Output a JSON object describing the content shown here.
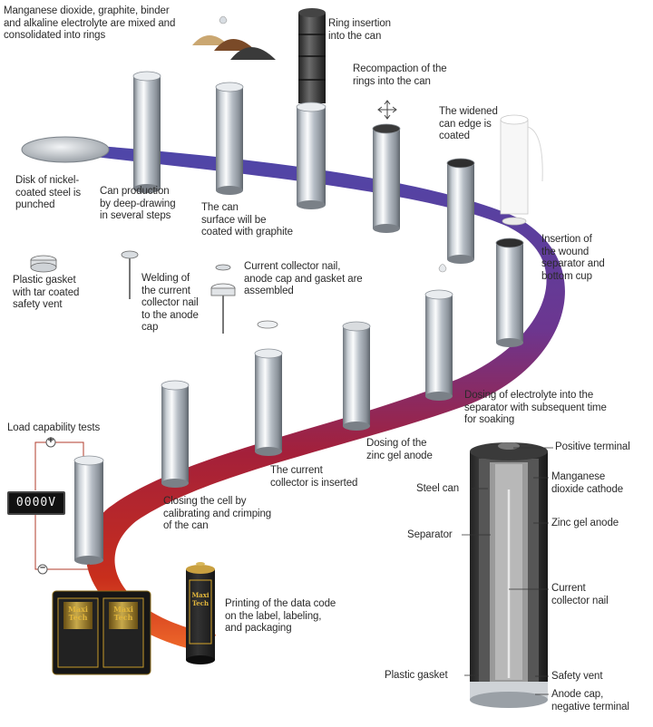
{
  "labels": {
    "materials_mix": "Manganese dioxide, graphite, binder\nand alkaline electrolyte are mixed and\nconsolidated into rings",
    "ring_insertion": "Ring insertion\ninto the can",
    "recompaction": "Recompaction of the\nrings into the can",
    "can_edge": "The widened\ncan edge is\ncoated",
    "disk": "Disk of nickel-\ncoated steel is\npunched",
    "can_production": "Can production\nby deep-drawing\nin several steps",
    "graphite_coating": "The can\nsurface will be\ncoated with graphite",
    "separator_insertion": "Insertion of\nthe wound\nseparator and\nbottom cup",
    "plastic_gasket_vent": "Plastic gasket\nwith tar coated\nsafety vent",
    "welding": "Welding of\nthe current\ncollector nail\nto the anode\ncap",
    "collector_assembly": "Current collector nail,\nanode cap and gasket are\nassembled",
    "electrolyte_dosing": "Dosing of electrolyte into the\nseparator with subsequent time\nfor soaking",
    "load_tests": "Load capability tests",
    "zinc_dosing": "Dosing of the\nzinc gel anode",
    "collector_inserted": "The current\ncollector is inserted",
    "closing": "Closing the cell by\ncalibrating and crimping\nof the can",
    "printing": "Printing of the data code\non the label, labeling,\nand packaging"
  },
  "cutaway": {
    "positive_terminal": "Positive terminal",
    "steel_can": "Steel can",
    "cathode": "Manganese\ndioxide cathode",
    "separator": "Separator",
    "zinc_anode": "Zinc gel anode",
    "collector_nail": "Current\ncollector nail",
    "plastic_gasket": "Plastic gasket",
    "safety_vent": "Safety vent",
    "anode_cap": "Anode cap,\nnegative terminal"
  },
  "meter_reading": "0000V",
  "terminal_plus": "+",
  "terminal_minus": "–",
  "brand_text": "Maxi\nTech",
  "colors": {
    "ribbon_start": "#5a4aa8",
    "ribbon_mid": "#8a2a6a",
    "ribbon_end": "#e04a1a",
    "metal_light": "#f4f6f8",
    "metal_dark": "#7d848c",
    "battery_black": "#1b1b1b",
    "battery_gold": "#d7a62a"
  }
}
